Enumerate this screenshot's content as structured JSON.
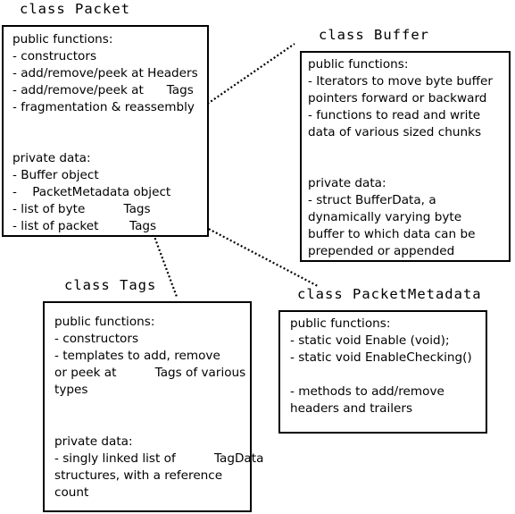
{
  "packet": {
    "title": "class Packet",
    "lines": [
      "public functions:",
      "- constructors",
      "- add/remove/peek at Headers",
      "- add/remove/peek at      Tags",
      "- fragmentation & reassembly",
      "private data:",
      "- Buffer object",
      "-    PacketMetadata object",
      "- list of byte          Tags",
      "- list of packet        Tags"
    ]
  },
  "buffer": {
    "title": "class Buffer",
    "lines": [
      "public functions:",
      "- Iterators to move byte buffer",
      "pointers forward or backward",
      "- functions to read and write",
      "data of various sized chunks",
      "private data:",
      "- struct BufferData, a",
      "dynamically varying byte",
      "buffer to which data can be",
      "prepended or appended"
    ]
  },
  "tags": {
    "title": "class Tags",
    "lines": [
      "public functions:",
      "- constructors",
      "- templates to add, remove",
      "or peek at          Tags of various",
      "types",
      "private data:",
      "- singly linked list of          TagData",
      "structures, with a reference",
      "count"
    ]
  },
  "metadata": {
    "title": "class PacketMetadata",
    "lines": [
      "public functions:",
      "- static void Enable (void);",
      "- static void EnableChecking()",
      "- methods to add/remove",
      "headers and trailers"
    ]
  }
}
